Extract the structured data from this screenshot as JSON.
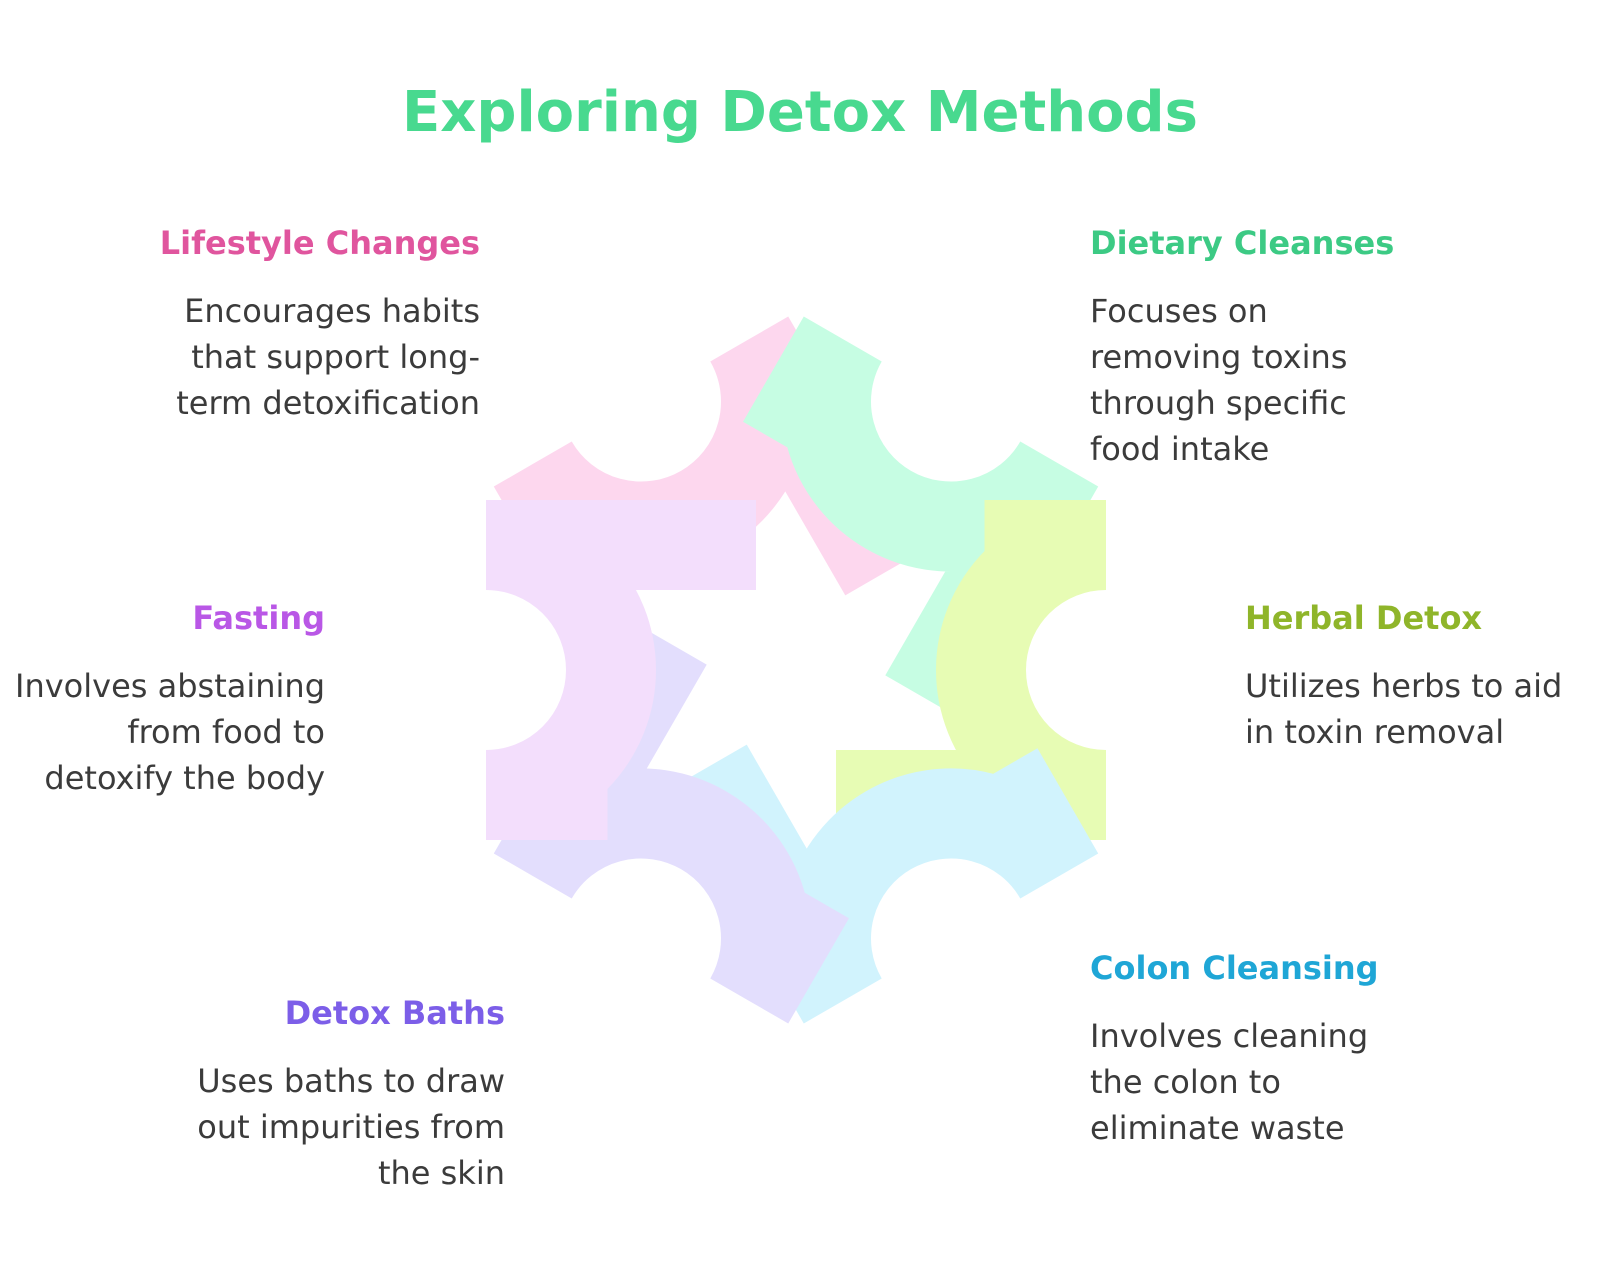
{
  "title": "Exploring Detox Methods",
  "colors": {
    "title": "#48d98f",
    "lifestyle": "#e0559e",
    "dietary": "#3cca84",
    "herbal": "#8fb52a",
    "colon": "#1fa6d6",
    "baths": "#7c5ee8",
    "fasting": "#b957e6"
  },
  "segments": [
    {
      "name": "Lifestyle Changes",
      "fill": "#fdd7ee"
    },
    {
      "name": "Dietary Cleanses",
      "fill": "#c6fde3"
    },
    {
      "name": "Herbal Detox",
      "fill": "#e7fcb4"
    },
    {
      "name": "Colon Cleansing",
      "fill": "#d1f3fd"
    },
    {
      "name": "Detox Baths",
      "fill": "#e3defd"
    },
    {
      "name": "Fasting",
      "fill": "#f3defc"
    }
  ],
  "items": {
    "lifestyle": {
      "heading": "Lifestyle Changes",
      "text": "Encourages habits that support long-term detoxification"
    },
    "dietary": {
      "heading": "Dietary Cleanses",
      "text": "Focuses on removing toxins through specific food intake"
    },
    "herbal": {
      "heading": "Herbal Detox",
      "text": "Utilizes herbs to aid in toxin removal"
    },
    "colon": {
      "heading": "Colon Cleansing",
      "text": "Involves cleaning the colon to eliminate waste"
    },
    "baths": {
      "heading": "Detox Baths",
      "text": "Uses baths to draw out impurities from the skin"
    },
    "fasting": {
      "heading": "Fasting",
      "text": "Involves abstaining from food to detoxify the body"
    }
  }
}
